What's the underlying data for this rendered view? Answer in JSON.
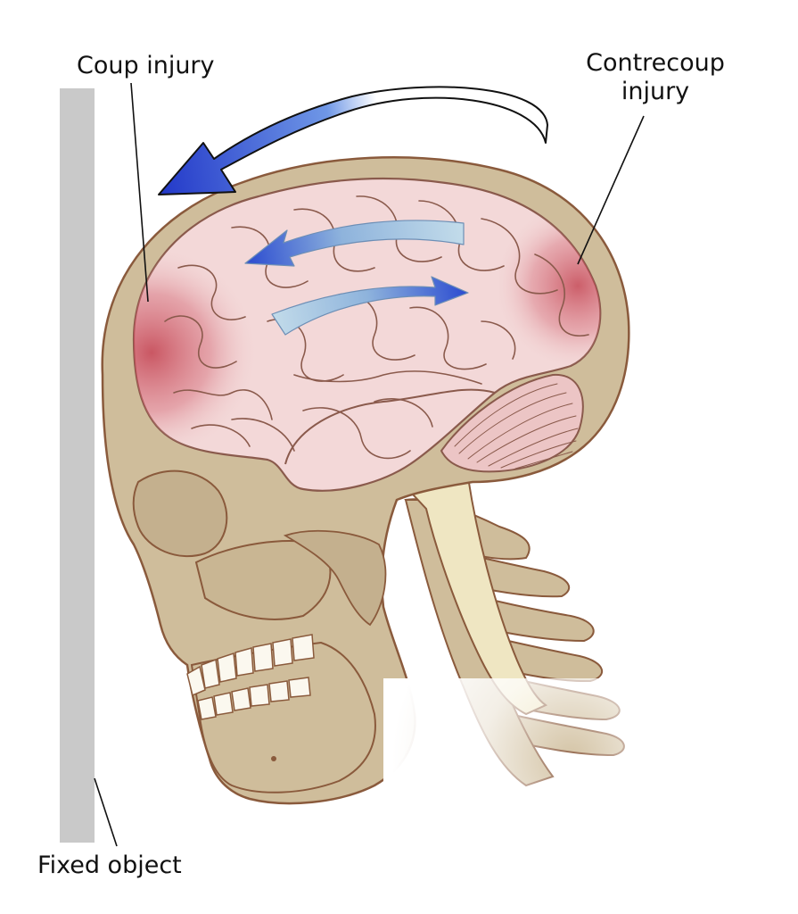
{
  "labels": {
    "coup": "Coup injury",
    "contrecoup_line1": "Contrecoup",
    "contrecoup_line2": "injury",
    "fixed_object": "Fixed object"
  },
  "colors": {
    "bone": "#cfbd9b",
    "bone_outline": "#8a5a3c",
    "brain": "#f3d8d8",
    "brain_outline": "#8a5a4c",
    "injury": "#c24a58",
    "arrow_blue": "#2a46cf",
    "arrow_light": "#a9c8df",
    "spinal_cord": "#efe6c2",
    "wall": "#c9c9c9"
  },
  "icons": {
    "motion_arrow": "curved-arrow-left-icon",
    "brain_shift_back": "curved-arrow-left-icon",
    "brain_shift_forward": "curved-arrow-right-icon"
  }
}
